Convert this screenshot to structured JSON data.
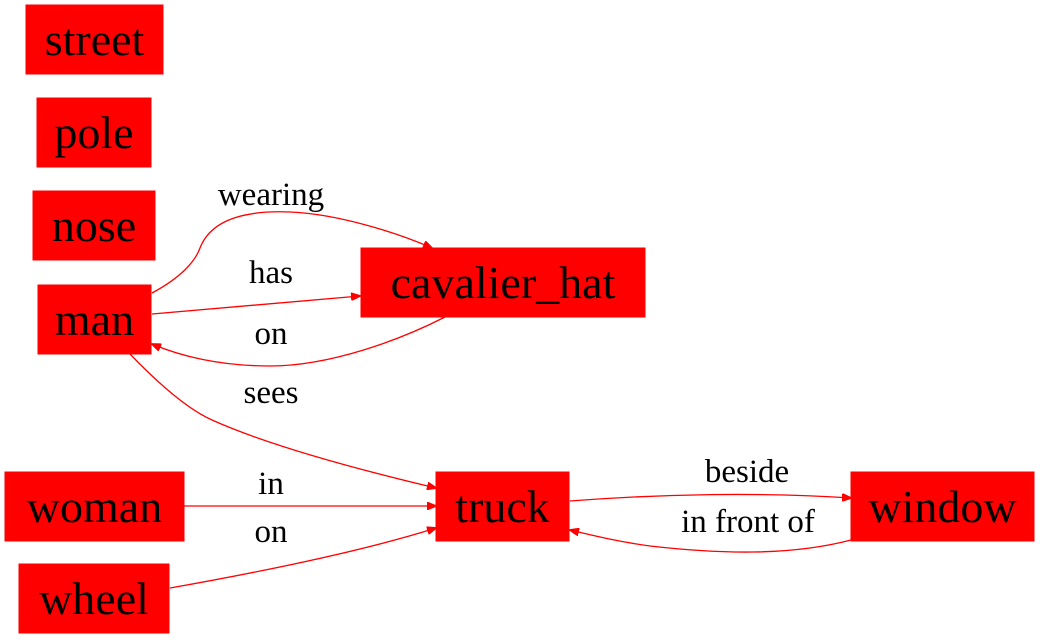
{
  "colors": {
    "node_fill": "#ff0000",
    "edge": "#ff0000",
    "text": "#000000",
    "background": "#ffffff"
  },
  "nodes": {
    "street": "street",
    "pole": "pole",
    "nose": "nose",
    "man": "man",
    "cavalier_hat": "cavalier_hat",
    "woman": "woman",
    "truck": "truck",
    "wheel": "wheel",
    "window": "window"
  },
  "edges": [
    {
      "from": "man",
      "to": "cavalier_hat",
      "label": "wearing"
    },
    {
      "from": "man",
      "to": "cavalier_hat",
      "label": "has"
    },
    {
      "from": "cavalier_hat",
      "to": "man",
      "label": "on"
    },
    {
      "from": "man",
      "to": "truck",
      "label": "sees"
    },
    {
      "from": "woman",
      "to": "truck",
      "label": "in"
    },
    {
      "from": "wheel",
      "to": "truck",
      "label": "on"
    },
    {
      "from": "truck",
      "to": "window",
      "label": "beside"
    },
    {
      "from": "window",
      "to": "truck",
      "label": "in front of"
    }
  ]
}
